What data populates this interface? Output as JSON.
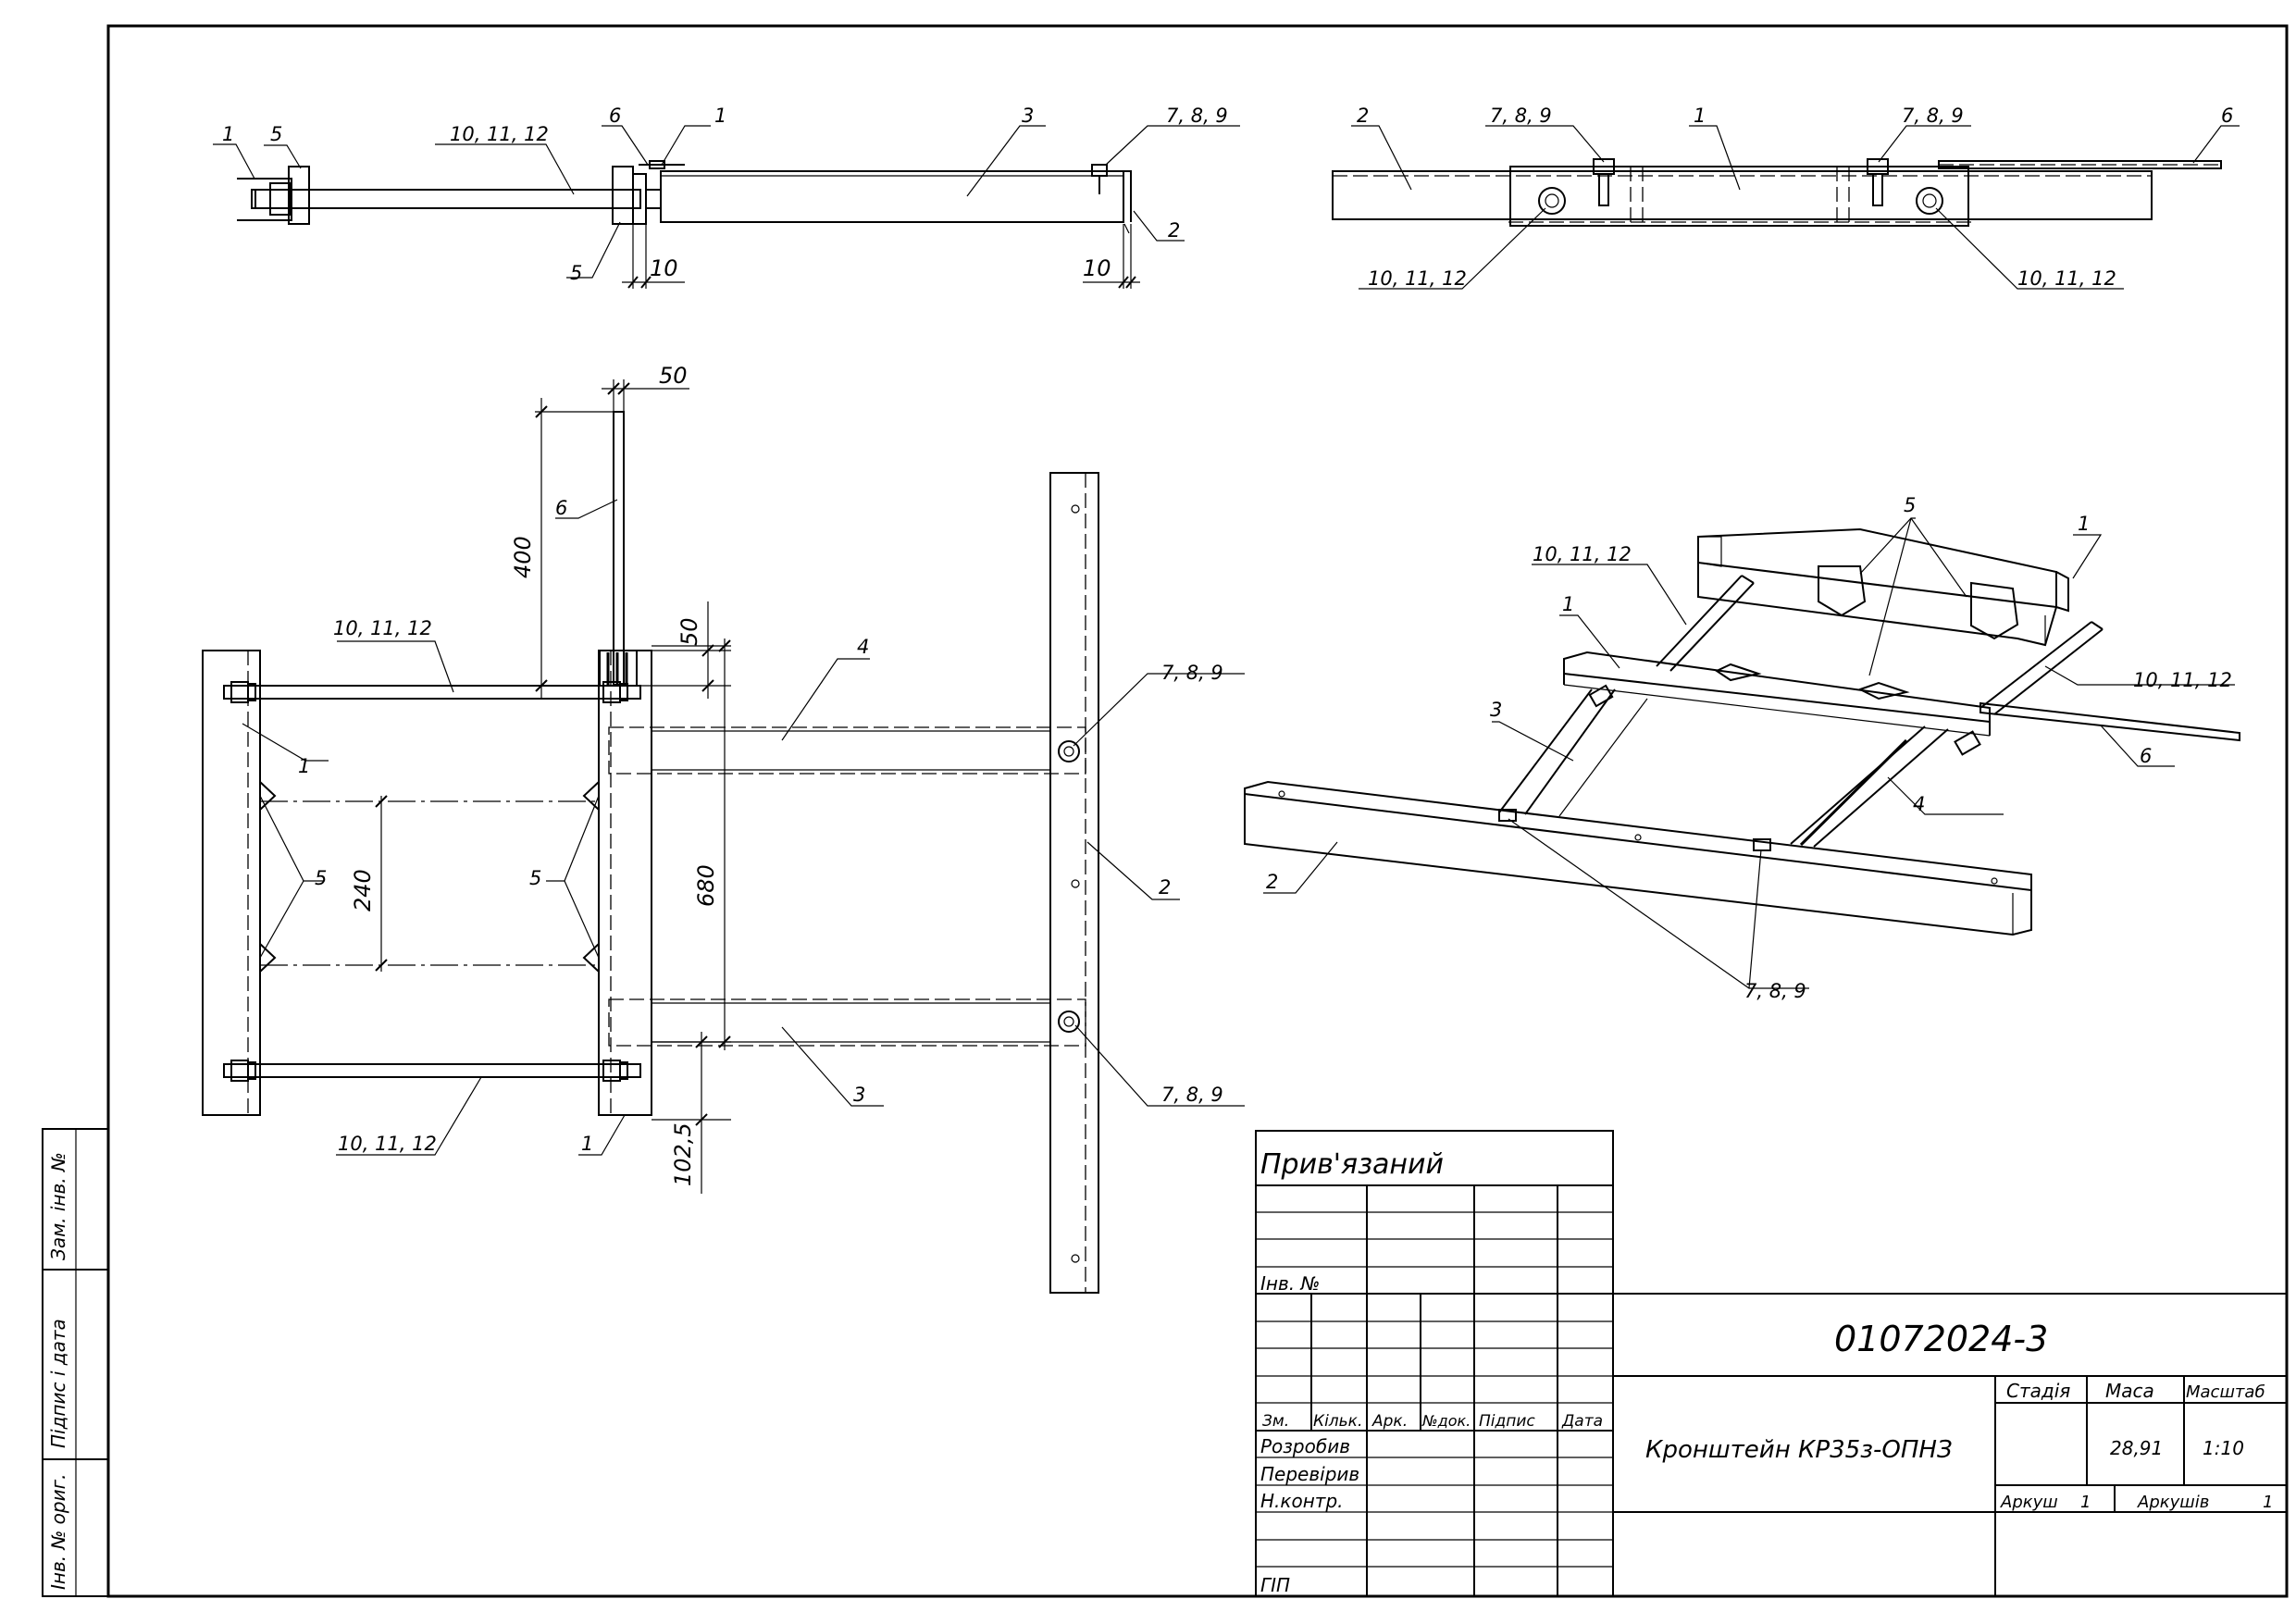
{
  "side_view": {
    "labels": {
      "l1a": "1",
      "l5a": "5",
      "l10a": "10, 11, 12",
      "l6": "6",
      "l1b": "1",
      "l3": "3",
      "l789": "7, 8, 9",
      "l5b": "5",
      "l2": "2"
    },
    "dims": {
      "d10a": "10",
      "d10b": "10"
    }
  },
  "top_right_view": {
    "labels": {
      "l2": "2",
      "l789a": "7, 8, 9",
      "l1": "1",
      "l789b": "7, 8, 9",
      "l6": "6",
      "l10a": "10, 11, 12",
      "l10b": "10, 11, 12"
    }
  },
  "plan_view": {
    "labels": {
      "l6": "6",
      "l10top": "10, 11, 12",
      "l1left": "1",
      "l5left": "5",
      "l5right": "5",
      "l4": "4",
      "l789top": "7, 8, 9",
      "l2": "2",
      "l3": "3",
      "l789bot": "7, 8, 9",
      "l10bot": "10, 11, 12",
      "l1bot": "1"
    },
    "dims": {
      "d50top": "50",
      "d400": "400",
      "d50mid": "50",
      "d240": "240",
      "d680": "680",
      "d1025": "102,5"
    }
  },
  "iso_view": {
    "labels": {
      "l5": "5",
      "l1top": "1",
      "l10top": "10, 11, 12",
      "l1mid": "1",
      "l10right": "10, 11, 12",
      "l3": "3",
      "l6": "6",
      "l4": "4",
      "l2": "2",
      "l789": "7, 8, 9"
    }
  },
  "side_margin": {
    "zam_inv": "Зам. інв. №",
    "pidpys_data": "Підпис і дата",
    "inv_orig": "Інв. № ориг."
  },
  "title_block": {
    "pryviazanyi": "Прив'язаний",
    "inv_no": "Інв. №",
    "col_zm": "Зм.",
    "col_kilk": "Кільк.",
    "col_ark": "Арк.",
    "col_dok": "№док.",
    "col_pidpys": "Підпис",
    "col_data": "Дата",
    "rozrobyv": "Розробив",
    "perevirv": "Перевірив",
    "nkontr": "Н.контр.",
    "gip": "ГІП",
    "doc_number": "01072024-3",
    "title": "Кронштейн КР35з-ОПНЗ",
    "stadia": "Стадія",
    "masa": "Маса",
    "masshtab": "Масштаб",
    "masa_value": "28,91",
    "masshtab_value": "1:10",
    "arkush": "Аркуш",
    "arkush_value": "1",
    "arkushiv": "Аркушів",
    "arkushiv_value": "1"
  }
}
